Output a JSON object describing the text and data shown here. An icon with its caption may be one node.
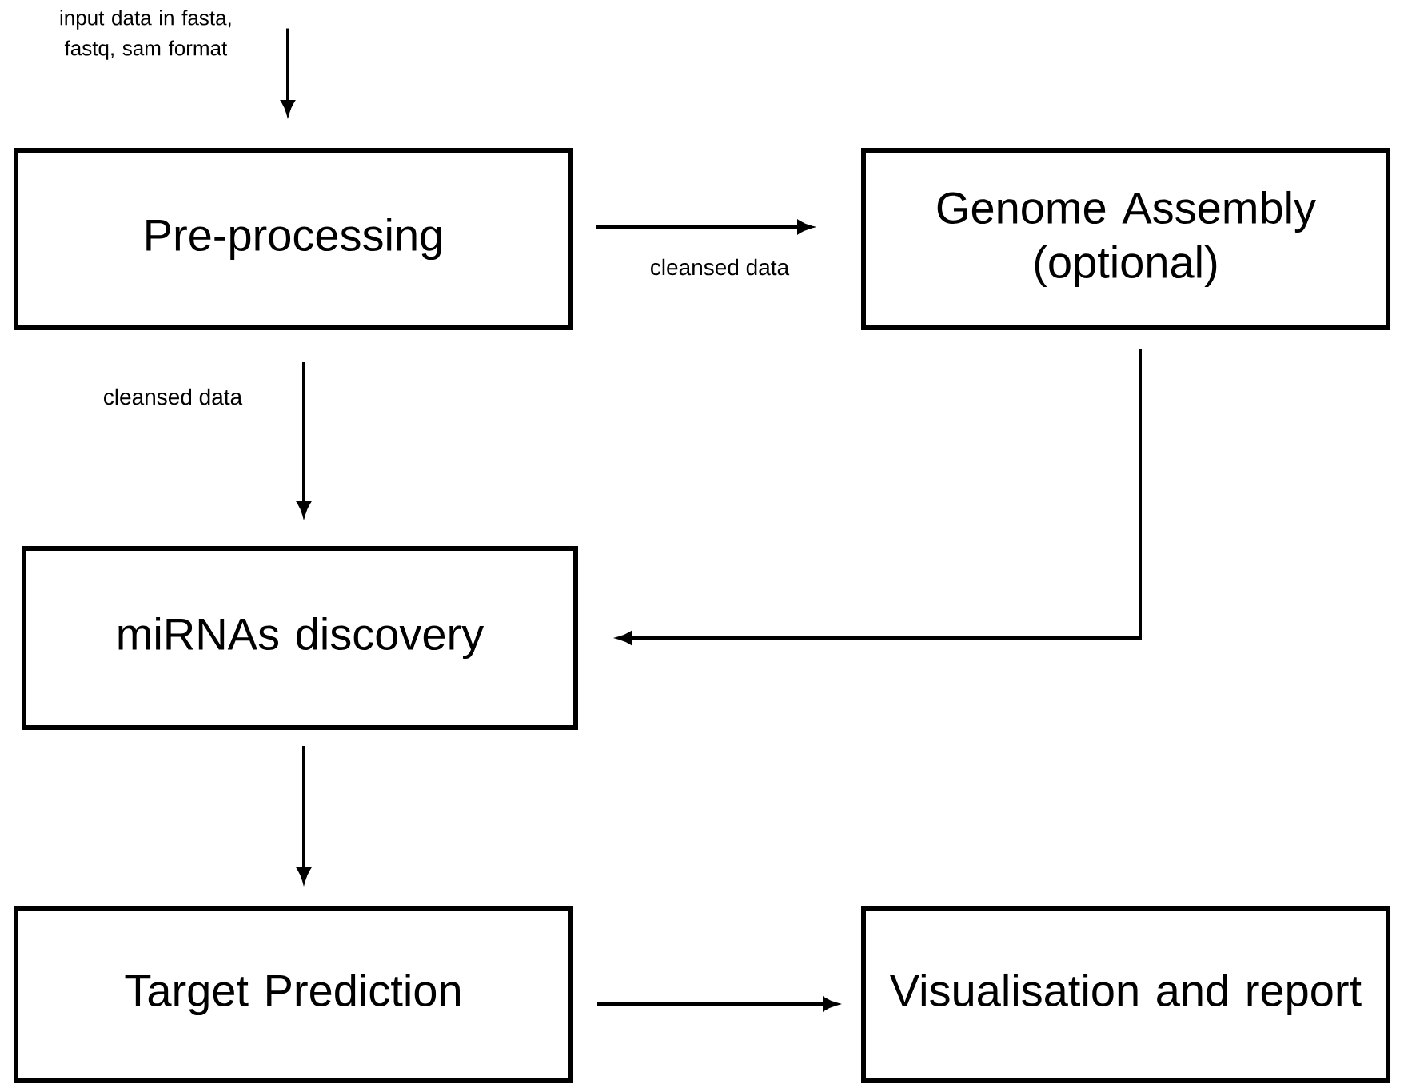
{
  "diagram": {
    "nodes": [
      {
        "text": [
          "input data in fasta, fastq, sam format"
        ]
      },
      {
        "text": [
          "Pre-processing"
        ]
      },
      {
        "text": [
          "Genome Assembly (optional)"
        ]
      },
      {
        "text": [
          "miRNAs discovery"
        ]
      },
      {
        "text": [
          "Target Prediction"
        ]
      },
      {
        "text": [
          "Visualisation and report"
        ]
      }
    ],
    "edges": [
      {
        "from": 0,
        "to": 1,
        "arrow": "to"
      },
      {
        "from": 1,
        "to": 2,
        "arrow": "to",
        "label": "cleansed data"
      },
      {
        "from": 1,
        "to": 3,
        "arrow": "to",
        "label": "cleansed data"
      },
      {
        "from": 2,
        "to": 3,
        "arrow": "to"
      },
      {
        "from": 3,
        "to": 4,
        "arrow": "to"
      },
      {
        "from": 4,
        "to": 5,
        "arrow": "to"
      }
    ]
  }
}
